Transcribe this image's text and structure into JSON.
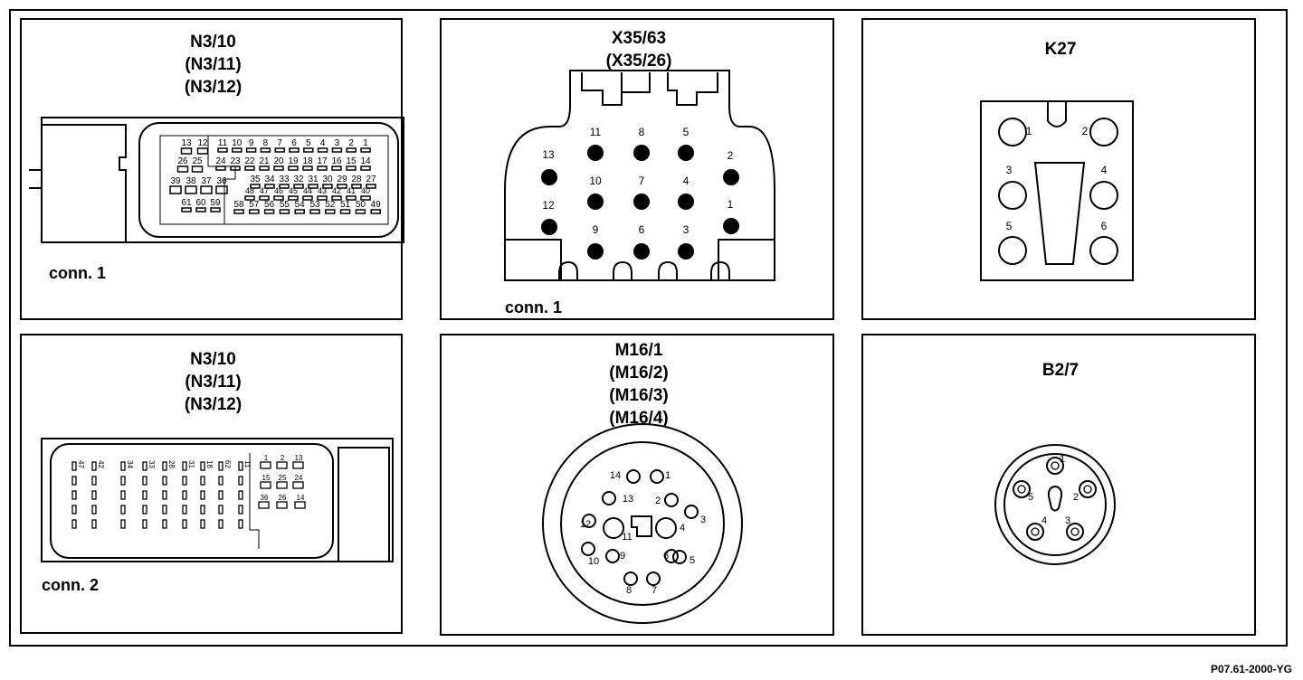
{
  "panels": {
    "n3_conn1": {
      "labels": [
        "N3/10",
        "(N3/11)",
        "(N3/12)"
      ],
      "conn": "conn. 1"
    },
    "x35": {
      "labels": [
        "X35/63",
        "(X35/26)"
      ],
      "conn": "conn. 1"
    },
    "k27": {
      "labels": [
        "K27"
      ]
    },
    "n3_conn2": {
      "labels": [
        "N3/10",
        "(N3/11)",
        "(N3/12)"
      ],
      "conn": "conn. 2"
    },
    "m16": {
      "labels": [
        "M16/1",
        "(M16/2)",
        "(M16/3)",
        "(M16/4)"
      ]
    },
    "b27": {
      "labels": [
        "B2/7"
      ]
    }
  },
  "pins": {
    "n3_conn1": {
      "row1_left": [
        "13",
        "12"
      ],
      "row1_right": [
        "11",
        "10",
        "9",
        "8",
        "7",
        "6",
        "5",
        "4",
        "3",
        "2",
        "1"
      ],
      "row2_left": [
        "26",
        "25"
      ],
      "row2_right": [
        "24",
        "23",
        "22",
        "21",
        "20",
        "19",
        "18",
        "17",
        "16",
        "15",
        "14"
      ],
      "row3_left": [
        "39",
        "38",
        "37",
        "36"
      ],
      "row3_right": [
        "35",
        "34",
        "33",
        "32",
        "31",
        "30",
        "29",
        "28",
        "27"
      ],
      "row4_right": [
        "48",
        "47",
        "46",
        "45",
        "44",
        "43",
        "42",
        "41",
        "40"
      ],
      "row5_left": [
        "61",
        "60",
        "59"
      ],
      "row5_right": [
        "58",
        "57",
        "56",
        "55",
        "54",
        "53",
        "52",
        "51",
        "50",
        "49"
      ]
    },
    "x35": [
      "1",
      "2",
      "3",
      "4",
      "5",
      "6",
      "7",
      "8",
      "9",
      "10",
      "11",
      "12",
      "13"
    ],
    "k27": [
      "1",
      "2",
      "3",
      "4",
      "5",
      "6"
    ],
    "m16": [
      "1",
      "2",
      "3",
      "4",
      "5",
      "6",
      "7",
      "8",
      "9",
      "10",
      "11",
      "12",
      "13",
      "14"
    ],
    "b27": [
      "1",
      "2",
      "3",
      "4",
      "5"
    ],
    "n3_conn2_cols": [
      "47",
      "42",
      "34",
      "33",
      "28",
      "31",
      "18",
      "62",
      "11"
    ],
    "n3_conn2_right": [
      "1",
      "2",
      "13",
      "15",
      "25",
      "24",
      "36",
      "26",
      "14"
    ]
  },
  "figure_id": "P07.61-2000-YG"
}
